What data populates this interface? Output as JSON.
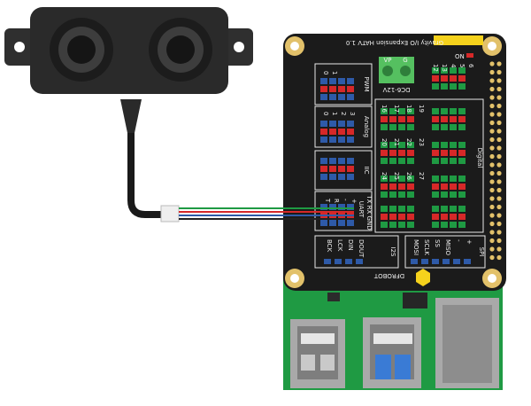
{
  "board": {
    "title": "Gravity I/O Expansion HATV 1.0",
    "brand": "DFROBOT"
  },
  "power": {
    "label": "DC6-12V",
    "terminal_marks": [
      "VP",
      "G"
    ],
    "on_label": "ON"
  },
  "sections": {
    "pwm": "PWM",
    "analog": "Analog",
    "iic": "IIC",
    "uart": "UART",
    "uart_extra": "TX RX GND",
    "digital": "Digital",
    "i2s": "I2S",
    "spi": "SPI"
  },
  "pwm_cols": [
    "0",
    "1"
  ],
  "analog_cols": [
    "0",
    "1",
    "2",
    "3"
  ],
  "uart_pins": [
    "T",
    "R",
    "-",
    "+"
  ],
  "i2s_pins": [
    "BCK",
    "LCK",
    "DIN",
    "DOUT"
  ],
  "spi_pins": [
    "MOSI",
    "SCLK",
    "SS",
    "MISO",
    "-",
    "+"
  ],
  "digital_rows": [
    [
      "16",
      "17",
      "18",
      "19"
    ],
    [
      "20",
      "21",
      "22",
      "23"
    ],
    [
      "24",
      "25",
      "26",
      "27"
    ],
    [
      "12",
      "13",
      "4",
      "5",
      "6"
    ]
  ],
  "colors": {
    "pcb_dark": "#1b1b1b",
    "pi_green": "#1f9a43",
    "header_red": "#d62828",
    "header_blue": "#2e5aa8",
    "header_green": "#1f9a43",
    "terminal_green": "#55c060",
    "sensor_body": "#2a2a2a",
    "cable": "#1a1a1a"
  }
}
